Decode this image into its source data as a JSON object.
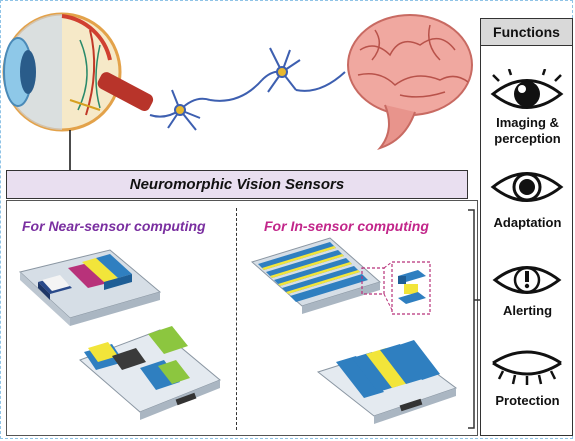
{
  "title": "Neuromorphic Vision Sensors",
  "near_sensor_label": "For Near-sensor computing",
  "in_sensor_label": "For In-sensor computing",
  "functions": {
    "header": "Functions",
    "items": [
      {
        "line1": "Imaging &",
        "line2": "perception",
        "icon": "eye-open-icon"
      },
      {
        "line1": "Adaptation",
        "line2": "",
        "icon": "eye-dilated-icon"
      },
      {
        "line1": "Alerting",
        "line2": "",
        "icon": "eye-alert-icon"
      },
      {
        "line1": "Protection",
        "line2": "",
        "icon": "eye-closed-icon"
      }
    ]
  },
  "colors": {
    "eye_red": "#c0392b",
    "brain_pink": "#f0a8a0",
    "neuron_blue": "#3d5fb0",
    "title_bg": "#e9dff0",
    "near_purple": "#7a2fa0",
    "in_magenta": "#c2268a",
    "device_blue": "#2f7fc0",
    "device_yellow": "#f2e53a",
    "device_green": "#8cc63f"
  }
}
